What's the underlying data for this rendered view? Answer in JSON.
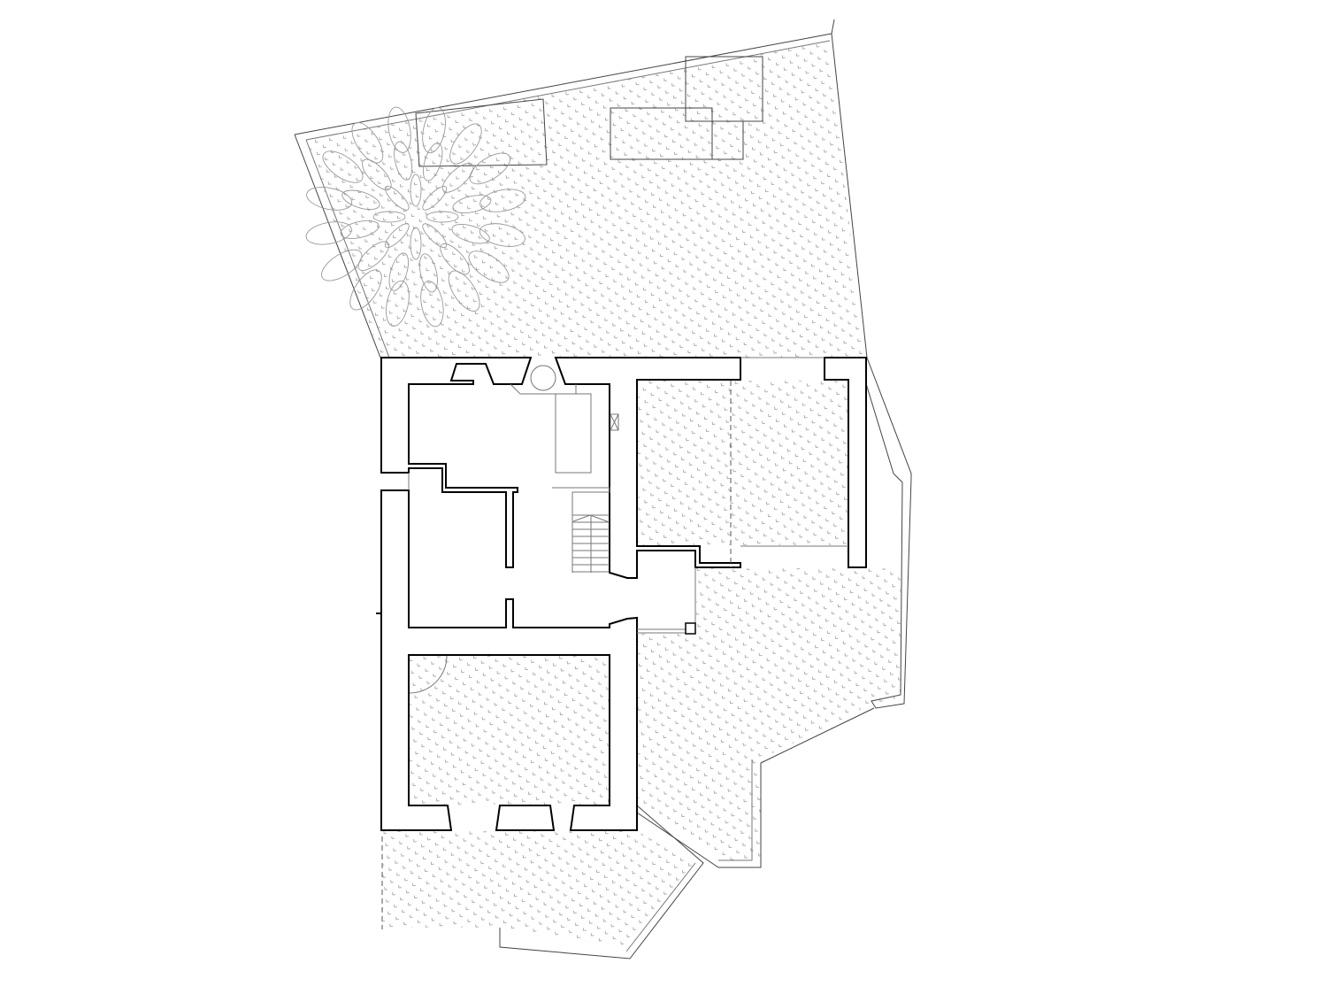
{
  "drawing": {
    "type": "architectural-floor-plan",
    "colors": {
      "wall_stroke": "#000000",
      "wall_fill": "#ffffff",
      "thin_line": "#777777",
      "hatch": "#9a9a9a",
      "tree": "#999999"
    },
    "tree_leaf_rings": [
      8,
      12,
      16
    ]
  }
}
